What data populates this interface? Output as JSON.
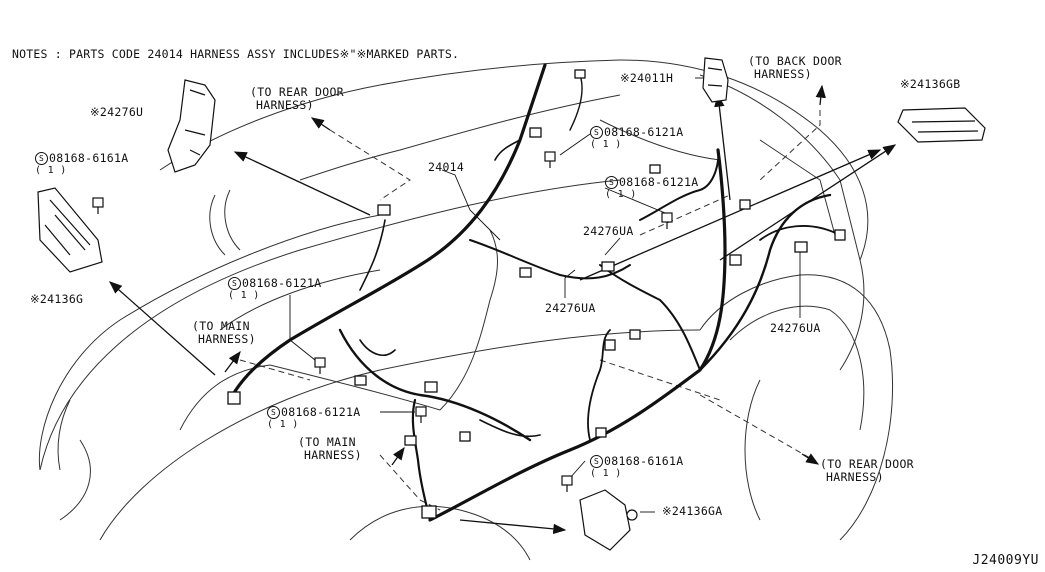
{
  "notes": "NOTES : PARTS CODE  24014 HARNESS ASSY INCLUDES※\"※MARKED PARTS.",
  "figure_id": "J24009YU",
  "labels": {
    "p24276U": "※24276U",
    "p24136G": "※24136G",
    "p24011H": "※24011H",
    "p24136GB": "※24136GB",
    "p24136GA": "※24136GA",
    "p24014": "24014",
    "p24276UA_a": "24276UA",
    "p24276UA_b": "24276UA",
    "p24276UA_c": "24276UA",
    "bolt": "S",
    "bolt_a": "08168-6161A",
    "bolt_b": "08168-6121A",
    "bolt_c": "08168-6121A",
    "bolt_d": "08168-6121A",
    "bolt_e": "08168-6121A",
    "bolt_f": "08168-6161A",
    "qty": "( 1 )",
    "to_rear_door_1a": "(TO REAR DOOR",
    "to_rear_door_1b": "HARNESS)",
    "to_back_door_a": "(TO BACK DOOR",
    "to_back_door_b": "HARNESS)",
    "to_main_1a": "(TO MAIN",
    "to_main_1b": "HARNESS)",
    "to_main_2a": "(TO MAIN",
    "to_main_2b": "HARNESS)",
    "to_rear_door_2a": "(TO REAR DOOR",
    "to_rear_door_2b": "HARNESS)"
  }
}
